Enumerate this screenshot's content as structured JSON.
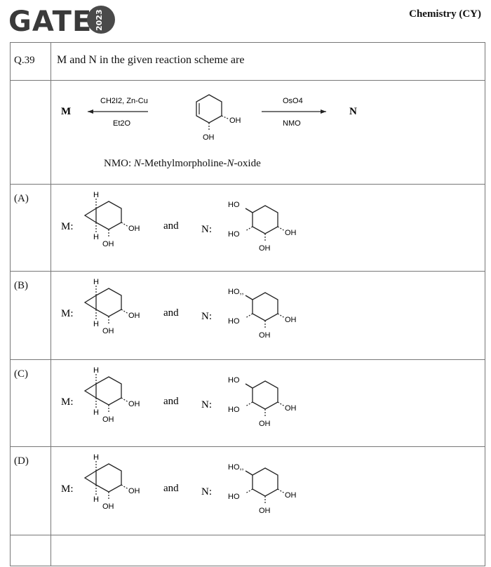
{
  "header": {
    "logo_text": "GATE",
    "logo_year": "2023",
    "subject": "Chemistry (CY)"
  },
  "question": {
    "number": "Q.39",
    "text": "M and N in the given reaction scheme are",
    "scheme": {
      "left_product": "M",
      "left_reagent_top": "CH2I2, Zn-Cu",
      "left_reagent_bottom": "Et2O",
      "right_reagent_top": "OsO4",
      "right_reagent_bottom": "NMO",
      "right_product": "N",
      "sm_oh_ring": "OH",
      "sm_oh_bottom": "OH"
    },
    "note_prefix": "NMO: ",
    "note_italic_1": "N",
    "note_mid": "-Methylmorpholine-",
    "note_italic_2": "N",
    "note_suffix": "-oxide"
  },
  "options": [
    {
      "label": "(A)",
      "m_label": "M:",
      "and_text": "and",
      "n_label": "N:",
      "h_top": "H",
      "h_bottom": "H",
      "oh_m1": "OH",
      "oh_m2": "OH",
      "n_ho1": "HO",
      "n_ho2": "HO",
      "n_oh1": "OH",
      "n_oh2": "OH"
    },
    {
      "label": "(B)",
      "m_label": "M:",
      "and_text": "and",
      "n_label": "N:",
      "h_top": "H",
      "h_bottom": "H",
      "oh_m1": "OH",
      "oh_m2": "OH",
      "n_ho1": "HO,,",
      "n_ho2": "HO",
      "n_oh1": "OH",
      "n_oh2": "OH"
    },
    {
      "label": "(C)",
      "m_label": "M:",
      "and_text": "and",
      "n_label": "N:",
      "h_top": "H",
      "h_bottom": "H",
      "oh_m1": "OH",
      "oh_m2": "OH",
      "n_ho1": "HO",
      "n_ho2": "HO",
      "n_oh1": "OH",
      "n_oh2": "OH"
    },
    {
      "label": "(D)",
      "m_label": "M:",
      "and_text": "and",
      "n_label": "N:",
      "h_top": "H",
      "h_bottom": "H",
      "oh_m1": "OH",
      "oh_m2": "OH",
      "n_ho1": "HO,,",
      "n_ho2": "HO",
      "n_oh1": "OH",
      "n_oh2": "OH"
    }
  ]
}
